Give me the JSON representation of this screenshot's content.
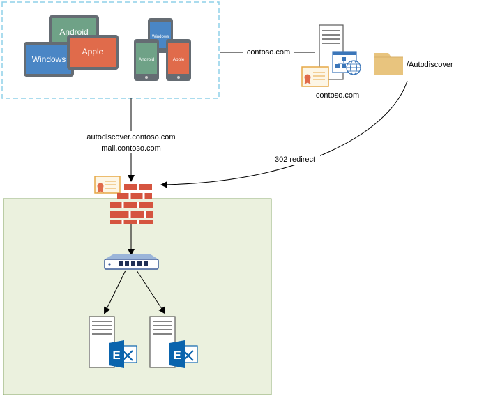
{
  "devices": {
    "tablet_android": "Android",
    "tablet_windows": "Windows",
    "tablet_apple": "Apple",
    "phone_windows": "Windows",
    "phone_android": "Android",
    "phone_apple": "Apple"
  },
  "edges": {
    "to_contoso": "contoso.com",
    "autodiscover_host": "autodiscover.contoso.com",
    "mail_host": "mail.contoso.com",
    "redirect": "302 redirect"
  },
  "website": {
    "domain": "contoso.com",
    "folder": "/Autodiscover"
  },
  "colors": {
    "device_group_border": "#8fd0e8",
    "internal_network_fill": "#ebf1de",
    "internal_network_border": "#8aa86a",
    "android_green": "#6fa287",
    "windows_blue": "#4a86c5",
    "apple_orange": "#e06b4b",
    "firewall_red": "#d5543f",
    "folder_tan": "#e8c47e",
    "exchange_blue": "#0a64ad"
  }
}
